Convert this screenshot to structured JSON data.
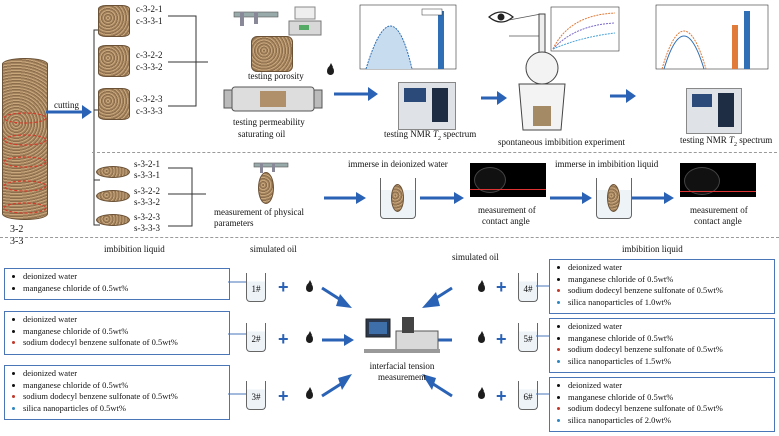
{
  "core": {
    "label_line1": "3-2",
    "label_line2": "3-3",
    "cutting": "cutting"
  },
  "top_samples": [
    "c-3-2-1",
    "c-3-3-1",
    "c-3-2-2",
    "c-3-3-2",
    "c-3-2-3",
    "c-3-3-3"
  ],
  "top_steps": {
    "porosity": "testing porosity",
    "permeability": "testing permeability",
    "saturating": "saturating oil",
    "nmr1_prefix": "testing NMR ",
    "t2": "T",
    "t2_sub": "2",
    "nmr1_suffix": " spectrum",
    "imbibition": "spontaneous imbibition experiment",
    "nmr2_prefix": "testing NMR ",
    "nmr2_suffix": " spectrum"
  },
  "mid_samples": [
    "s-3-2-1",
    "s-3-3-1",
    "s-3-2-2",
    "s-3-3-2",
    "s-3-2-3",
    "s-3-3-3"
  ],
  "mid_steps": {
    "physical1": "measurement of physical",
    "physical2": "parameters",
    "deionized": "immerse in deionized water",
    "contact1a": "measurement of",
    "contact1b": "contact angle",
    "imbib_liquid": "immerse in imbibition liquid",
    "contact2a": "measurement of",
    "contact2b": "contact angle"
  },
  "bottom": {
    "imbibition_liquid_left": "imbibition liquid",
    "simulated_oil_left": "simulated oil",
    "simulated_oil_right": "simulated oil",
    "imbibition_liquid_right": "imbibition liquid",
    "ift1": "interfacial tension",
    "ift2": "measurement",
    "colors": {
      "black": "#111111",
      "red": "#c0392b",
      "blue": "#2e86c1",
      "frame": "#4a76b8"
    },
    "left_boxes": [
      {
        "items": [
          "deionized water",
          "manganese chloride of 0.5wt%"
        ]
      },
      {
        "items": [
          "deionized water",
          "manganese chloride of 0.5wt%",
          "sodium dodecyl benzene sulfonate of 0.5wt%"
        ]
      },
      {
        "items": [
          "deionized water",
          "manganese chloride of 0.5wt%",
          "sodium dodecyl benzene sulfonate of 0.5wt%",
          "silica nanoparticles of 0.5wt%"
        ]
      }
    ],
    "right_boxes": [
      {
        "items": [
          "deionized water",
          "manganese chloride of 0.5wt%",
          "sodium dodecyl benzene sulfonate of 0.5wt%",
          "silica nanoparticles of 1.0wt%"
        ]
      },
      {
        "items": [
          "deionized water",
          "manganese chloride of 0.5wt%",
          "sodium dodecyl benzene sulfonate of 0.5wt%",
          "silica nanoparticles of 1.5wt%"
        ]
      },
      {
        "items": [
          "deionized water",
          "manganese chloride of 0.5wt%",
          "sodium dodecyl benzene sulfonate of 0.5wt%",
          "silica nanoparticles of 2.0wt%"
        ]
      }
    ],
    "beakers_left": [
      "1#",
      "2#",
      "3#"
    ],
    "beakers_right": [
      "4#",
      "5#",
      "6#"
    ]
  }
}
